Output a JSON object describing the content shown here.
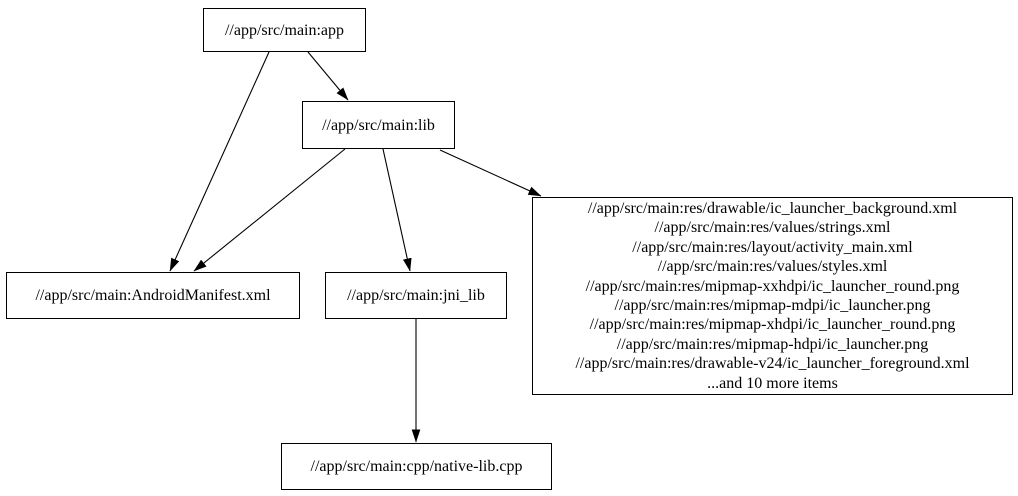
{
  "diagram": {
    "type": "dependency-graph",
    "background_color": "#ffffff",
    "stroke_color": "#000000",
    "nodes": {
      "app": {
        "label": "//app/src/main:app"
      },
      "lib": {
        "label": "//app/src/main:lib"
      },
      "manifest": {
        "label": "//app/src/main:AndroidManifest.xml"
      },
      "jni_lib": {
        "label": "//app/src/main:jni_lib"
      },
      "native_lib": {
        "label": "//app/src/main:cpp/native-lib.cpp"
      },
      "resources": {
        "lines": [
          "//app/src/main:res/drawable/ic_launcher_background.xml",
          "//app/src/main:res/values/strings.xml",
          "//app/src/main:res/layout/activity_main.xml",
          "//app/src/main:res/values/styles.xml",
          "//app/src/main:res/mipmap-xxhdpi/ic_launcher_round.png",
          "//app/src/main:res/mipmap-mdpi/ic_launcher.png",
          "//app/src/main:res/mipmap-xhdpi/ic_launcher_round.png",
          "//app/src/main:res/mipmap-hdpi/ic_launcher.png",
          "//app/src/main:res/drawable-v24/ic_launcher_foreground.xml",
          "...and 10 more items"
        ]
      }
    },
    "edges": [
      {
        "from": "app",
        "to": "manifest"
      },
      {
        "from": "app",
        "to": "lib"
      },
      {
        "from": "lib",
        "to": "manifest"
      },
      {
        "from": "lib",
        "to": "jni_lib"
      },
      {
        "from": "lib",
        "to": "resources"
      },
      {
        "from": "jni_lib",
        "to": "native_lib"
      }
    ]
  }
}
